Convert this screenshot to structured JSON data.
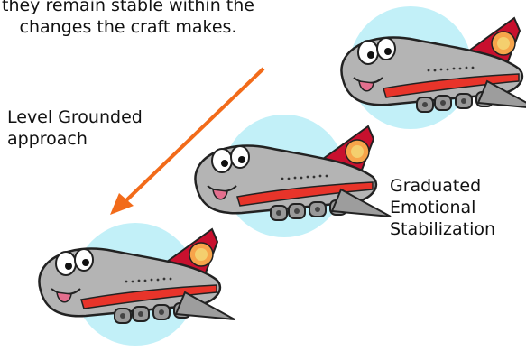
{
  "intro_text": [
    "they remain stable within the",
    "changes the craft makes."
  ],
  "label_left": [
    "Level Grounded",
    "approach"
  ],
  "label_right": [
    "Graduated",
    "Emotional",
    "Stabilization"
  ],
  "colors": {
    "sky_circle": "#c2f0f8",
    "arrow": "#f26b1a",
    "plane_body": "#b4b4b4",
    "stripe": "#e8342a",
    "tail": "#c8102e",
    "sun": "#f7a44a"
  },
  "icons": [
    "cartoon-airplane-icon",
    "arrow-icon"
  ]
}
